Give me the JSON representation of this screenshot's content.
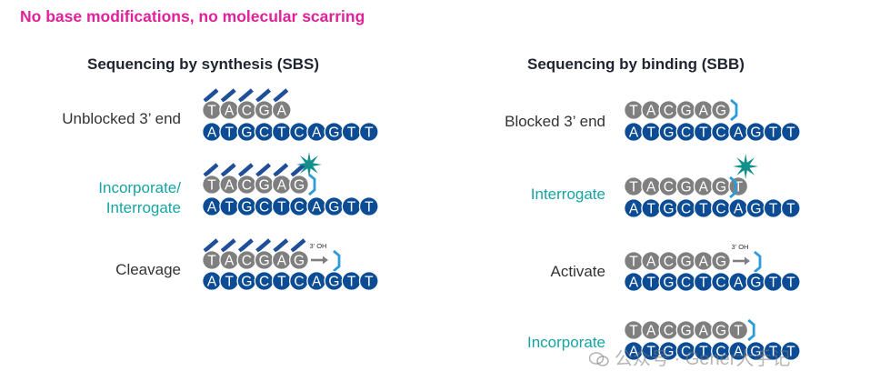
{
  "headline": "No base modifications, no molecular scarring",
  "sbs": {
    "title": "Sequencing by synthesis (SBS)",
    "steps": [
      {
        "label": [
          "Unblocked 3’ end"
        ],
        "color": "#333333"
      },
      {
        "label": [
          "Incorporate/",
          "Interrogate"
        ],
        "color": "#17a3a3"
      },
      {
        "label": [
          "Cleavage"
        ],
        "color": "#333333"
      }
    ],
    "oh_label": "3’ OH"
  },
  "sbb": {
    "title": "Sequencing by binding (SBB)",
    "steps": [
      {
        "label": [
          "Blocked 3’ end"
        ],
        "color": "#333333"
      },
      {
        "label": [
          "Interrogate"
        ],
        "color": "#17a3a3"
      },
      {
        "label": [
          "Activate"
        ],
        "color": "#333333"
      },
      {
        "label": [
          "Incorporate"
        ],
        "color": "#17a3a3"
      }
    ],
    "oh_label": "3’ OH"
  },
  "template_strand": [
    "A",
    "T",
    "G",
    "C",
    "T",
    "C",
    "A",
    "G",
    "T",
    "T"
  ],
  "colors": {
    "template": "#0b4c94",
    "primer": "#7f7f7f",
    "blocker": "#2c9cd8",
    "hatch": "#1f4f99",
    "star": "#12908c"
  },
  "watermark": "公众号 · Gener大手记"
}
